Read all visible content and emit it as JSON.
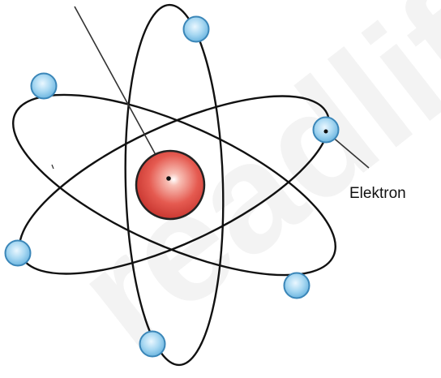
{
  "labels": {
    "electron": "Elektron"
  },
  "watermark": {
    "text": "readlife",
    "color": "#f2f2f2"
  },
  "colors": {
    "orbit": "#111111",
    "nucleus_fill": "#e2504a",
    "nucleus_highlight": "#f6b0a6",
    "nucleus_stroke": "#222222",
    "electron_fill": "#a8d8f2",
    "electron_stroke": "#3a86b8",
    "pointer_line": "#333333"
  },
  "structure": {
    "orbits": 3,
    "electrons": 6,
    "nucleus": 1
  }
}
